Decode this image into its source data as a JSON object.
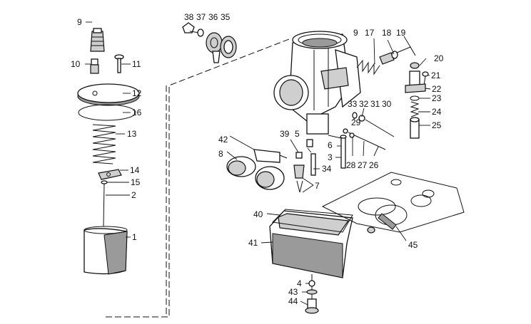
{
  "diagram": {
    "part_numbers": [
      "1",
      "2",
      "3",
      "4",
      "5",
      "6",
      "7",
      "8",
      "9",
      "10",
      "11",
      "12",
      "13",
      "14",
      "15",
      "16",
      "17",
      "18",
      "19",
      "20",
      "21",
      "22",
      "23",
      "24",
      "25",
      "26",
      "27",
      "28",
      "29",
      "30",
      "31",
      "32",
      "33",
      "34",
      "35",
      "36",
      "37",
      "38",
      "39",
      "40",
      "41",
      "42",
      "43",
      "44",
      "45",
      "9"
    ]
  }
}
